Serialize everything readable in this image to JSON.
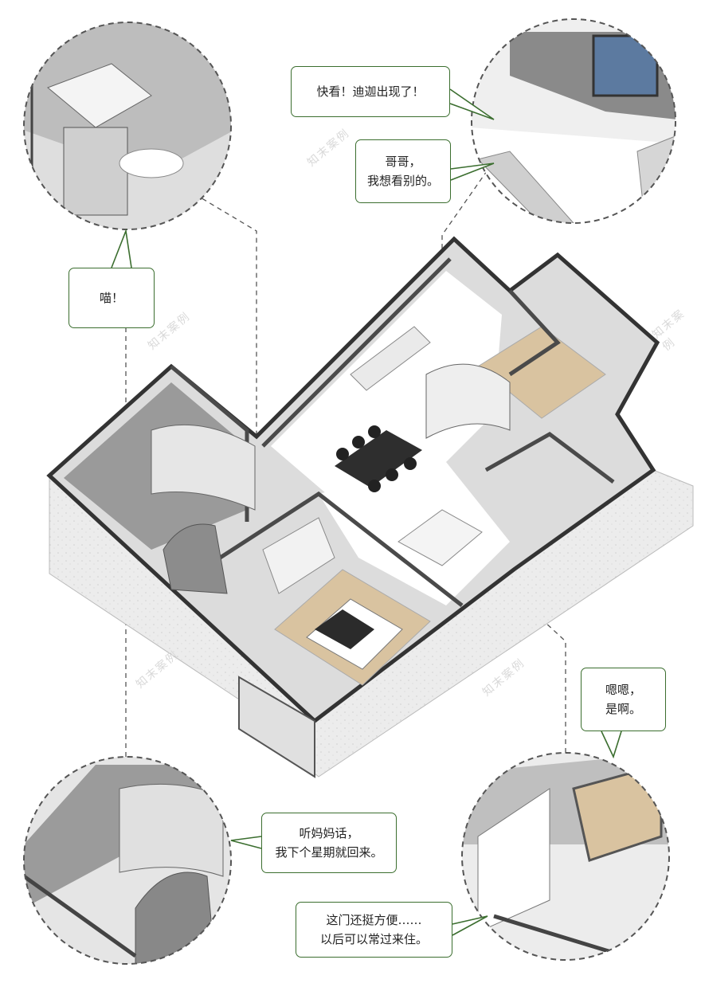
{
  "bubbles": {
    "top_right_1": {
      "line1": "快看！迪迦出现了！"
    },
    "top_right_2": {
      "line1": "哥哥，",
      "line2": "我想看别的。"
    },
    "top_left": {
      "line1": "喵！"
    },
    "bottom_right_1": {
      "line1": "嗯嗯，",
      "line2": "是啊。"
    },
    "bottom_left": {
      "line1": "听妈妈话，",
      "line2": "我下个星期就回来。"
    },
    "bottom_right_2": {
      "line1": "这门还挺方便……",
      "line2": "以后可以常过来住。"
    }
  },
  "watermark": "知末案例",
  "colors": {
    "bubble_border": "#3b6e2f",
    "wall": "#4a4a4a",
    "floor_wood": "#d9c3a0",
    "floor_grey": "#8f8f8f"
  }
}
